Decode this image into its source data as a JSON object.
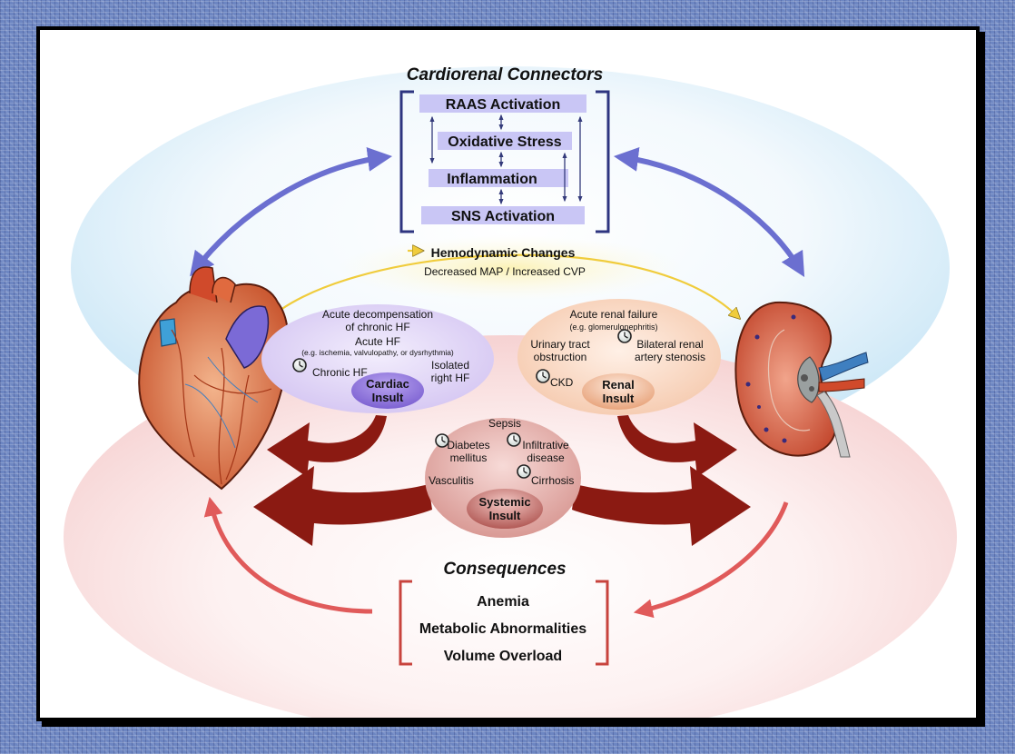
{
  "connectors": {
    "title": "Cardiorenal Connectors",
    "items": [
      "RAAS Activation",
      "Oxidative Stress",
      "Inflammation",
      "SNS Activation"
    ]
  },
  "hemodynamic": {
    "title": "Hemodynamic Changes",
    "subtitle": "Decreased MAP / Increased CVP"
  },
  "cardiac": {
    "label_line1": "Cardiac",
    "label_line2": "Insult",
    "acute_decomp_line1": "Acute decompensation",
    "acute_decomp_line2": "of chronic HF",
    "acute_hf": "Acute HF",
    "acute_hf_examples": "(e.g. ischemia, valvulopathy, or dysrhythmia)",
    "chronic_hf": "Chronic HF",
    "isolated_line1": "Isolated",
    "isolated_line2": "right HF"
  },
  "renal": {
    "label_line1": "Renal",
    "label_line2": "Insult",
    "acute_renal_failure": "Acute renal failure",
    "arf_example": "(e.g. glomerulonephritis)",
    "urinary_line1": "Urinary tract",
    "urinary_line2": "obstruction",
    "bilateral_line1": "Bilateral renal",
    "bilateral_line2": "artery stenosis",
    "ckd": "CKD"
  },
  "systemic": {
    "label_line1": "Systemic",
    "label_line2": "Insult",
    "sepsis": "Sepsis",
    "diabetes_line1": "Diabetes",
    "diabetes_line2": "mellitus",
    "infiltrative_line1": "Infiltrative",
    "infiltrative_line2": "disease",
    "vasculitis": "Vasculitis",
    "cirrhosis": "Cirrhosis"
  },
  "consequences": {
    "title": "Consequences",
    "items": [
      "Anemia",
      "Metabolic Abnormalities",
      "Volume Overload"
    ]
  },
  "colors": {
    "connector_arrow": "#6b6fd0",
    "consequence_arrow": "#e05a5a",
    "insult_arrow": "#8b1a12",
    "hemodynamic_arrow": "#f0cc3c",
    "connector_box": "#c9c6f5",
    "cardiac_oval": "#ddd2f6",
    "renal_oval": "#fbdcc8",
    "systemic_oval": "#e8b7b3"
  }
}
